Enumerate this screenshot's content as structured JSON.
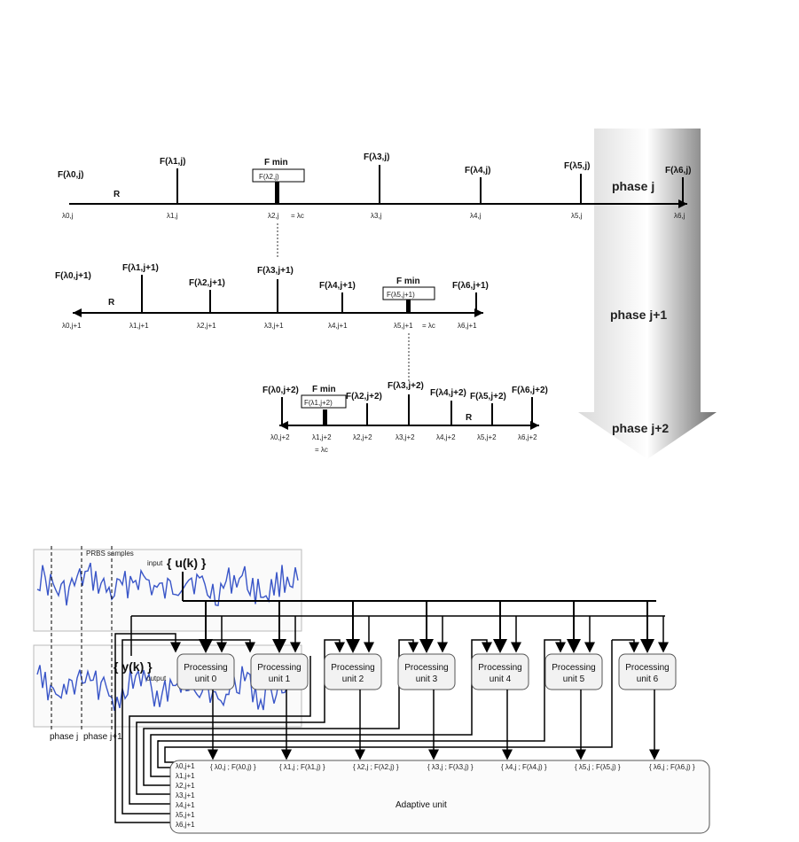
{
  "top_diagram": {
    "phases": [
      "phase j",
      "phase j+1",
      "phase j+2"
    ],
    "row_j": {
      "r_label": "R",
      "f_labels": [
        "F(λ0,j)",
        "F(λ1,j)",
        "F(λ3,j)",
        "F(λ4,j)",
        "F(λ5,j)",
        "F(λ6,j)"
      ],
      "fmin_label": "F min",
      "fmin_box": "F(λ2,j)",
      "lambda_labels": [
        "λ0,j",
        "λ1,j",
        "λ2,j",
        "λ3,j",
        "λ4,j",
        "λ5,j",
        "λ6,j"
      ],
      "eq_label": "= λc"
    },
    "row_j1": {
      "r_label": "R",
      "f_labels": [
        "F(λ0,j+1)",
        "F(λ1,j+1)",
        "F(λ2,j+1)",
        "F(λ3,j+1)",
        "F(λ4,j+1)",
        "F(λ6,j+1)"
      ],
      "fmin_label": "F min",
      "fmin_box": "F(λ5,j+1)",
      "lambda_labels": [
        "λ0,j+1",
        "λ1,j+1",
        "λ2,j+1",
        "λ3,j+1",
        "λ4,j+1",
        "λ5,j+1",
        "λ6,j+1"
      ],
      "eq_label": "= λc"
    },
    "row_j2": {
      "r_label": "R",
      "f_labels": [
        "F(λ0,j+2)",
        "F(λ2,j+2)",
        "F(λ3,j+2)",
        "F(λ4,j+2)",
        "F(λ5,j+2)",
        "F(λ6,j+2)"
      ],
      "fmin_label": "F min",
      "fmin_box": "F(λ1,j+2)",
      "lambda_labels": [
        "λ0,j+2",
        "λ1,j+2",
        "λ2,j+2",
        "λ3,j+2",
        "λ4,j+2",
        "λ5,j+2",
        "λ6,j+2"
      ],
      "eq_label": "= λc"
    }
  },
  "bottom_diagram": {
    "input_caption": "input",
    "input_label": "{ u(k) }",
    "output_label": "{ y(k) }",
    "output_caption": "output",
    "prbs_label": "PRBS samples",
    "phase_labels": [
      "phase j",
      "phase j+1"
    ],
    "processing_units": [
      "Processing unit 0",
      "Processing unit 1",
      "Processing unit 2",
      "Processing unit 3",
      "Processing unit 4",
      "Processing unit 5",
      "Processing unit 6"
    ],
    "results": [
      "{ λ0,j ; F(λ0,j) }",
      "{ λ1,j ; F(λ1,j) }",
      "{ λ2,j ; F(λ2,j) }",
      "{ λ3,j ; F(λ3,j) }",
      "{ λ4,j ; F(λ4,j) }",
      "{ λ5,j ; F(λ5,j) }",
      "{ λ6,j ; F(λ6,j) }"
    ],
    "next_lambdas": [
      "λ0,j+1",
      "λ1,j+1",
      "λ2,j+1",
      "λ3,j+1",
      "λ4,j+1",
      "λ5,j+1",
      "λ6,j+1"
    ],
    "adaptive_unit": "Adaptive unit"
  }
}
